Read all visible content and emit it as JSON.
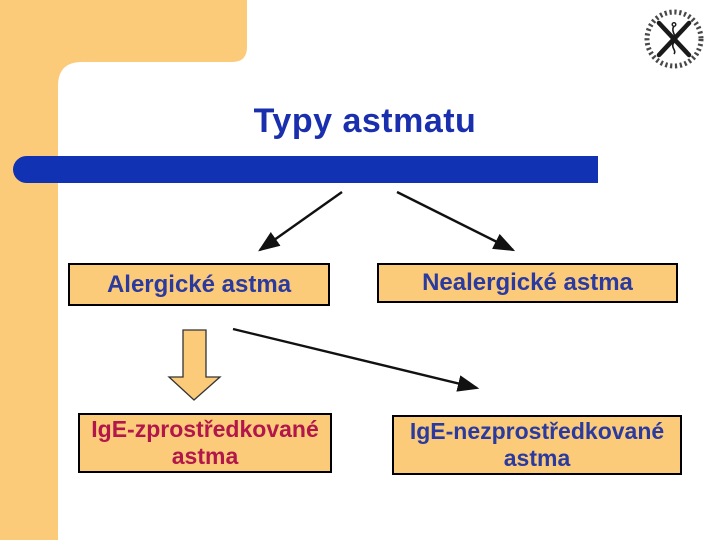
{
  "slide": {
    "title": "Typy astmatu"
  },
  "icons": {
    "faculty_seal": "⚕"
  },
  "colors": {
    "accent_yellow": "#FBCB79",
    "bar_blue": "#1132B2",
    "title_blue": "#1A2FAE",
    "node_label_blue": "#2B3A9F",
    "ige_label_red": "#B2164A",
    "node_border": "#000000",
    "arrow_black": "#111111"
  },
  "diagram": {
    "nodes": [
      {
        "id": "alergicke-astma",
        "label": "Alergické astma"
      },
      {
        "id": "nealergicke-astma",
        "label": "Nealergické astma"
      },
      {
        "id": "ige-zprostredkovane-astma",
        "label": "IgE-zprostředkované astma"
      },
      {
        "id": "ige-nezprostredkovane-astma",
        "label": "IgE-nezprostředkované astma"
      }
    ],
    "edges": [
      {
        "from": "title-bar",
        "to": "alergicke-astma",
        "type": "arrow"
      },
      {
        "from": "title-bar",
        "to": "nealergicke-astma",
        "type": "arrow"
      },
      {
        "from": "alergicke-astma",
        "to": "ige-zprostredkovane-astma",
        "type": "block-arrow"
      },
      {
        "from": "alergicke-astma",
        "to": "ige-nezprostredkovane-astma",
        "type": "arrow"
      }
    ]
  }
}
